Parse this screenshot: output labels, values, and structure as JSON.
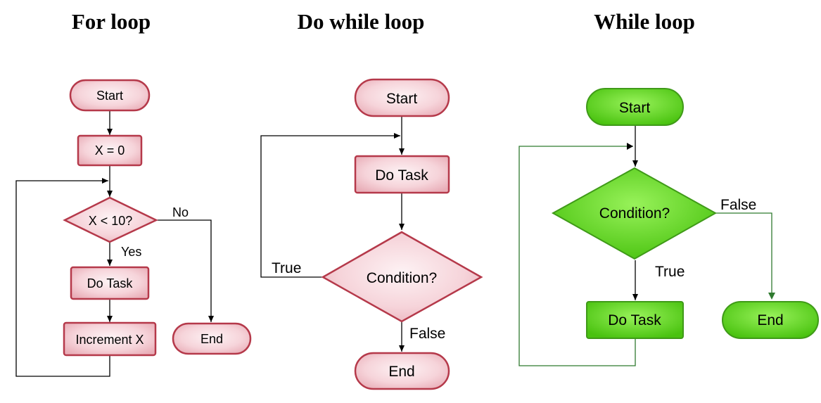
{
  "titles": {
    "for_loop": "For loop",
    "do_while_loop": "Do while loop",
    "while_loop": "While loop"
  },
  "for_loop": {
    "start": "Start",
    "init": "X = 0",
    "condition": "X < 10?",
    "yes": "Yes",
    "no": "No",
    "task": "Do Task",
    "increment": "Increment X",
    "end": "End"
  },
  "do_while": {
    "start": "Start",
    "task": "Do Task",
    "condition": "Condition?",
    "true": "True",
    "false": "False",
    "end": "End"
  },
  "while_loop": {
    "start": "Start",
    "condition": "Condition?",
    "true": "True",
    "false": "False",
    "task": "Do Task",
    "end": "End"
  },
  "colors": {
    "red_fill_light": "#fdf0f2",
    "red_fill_dark": "#e9aeb8",
    "red_stroke": "#b5394a",
    "green_fill_light": "#8ef04a",
    "green_fill_dark": "#49c20f",
    "green_stroke": "#3f9a18",
    "green_line": "#2f7a2f"
  }
}
